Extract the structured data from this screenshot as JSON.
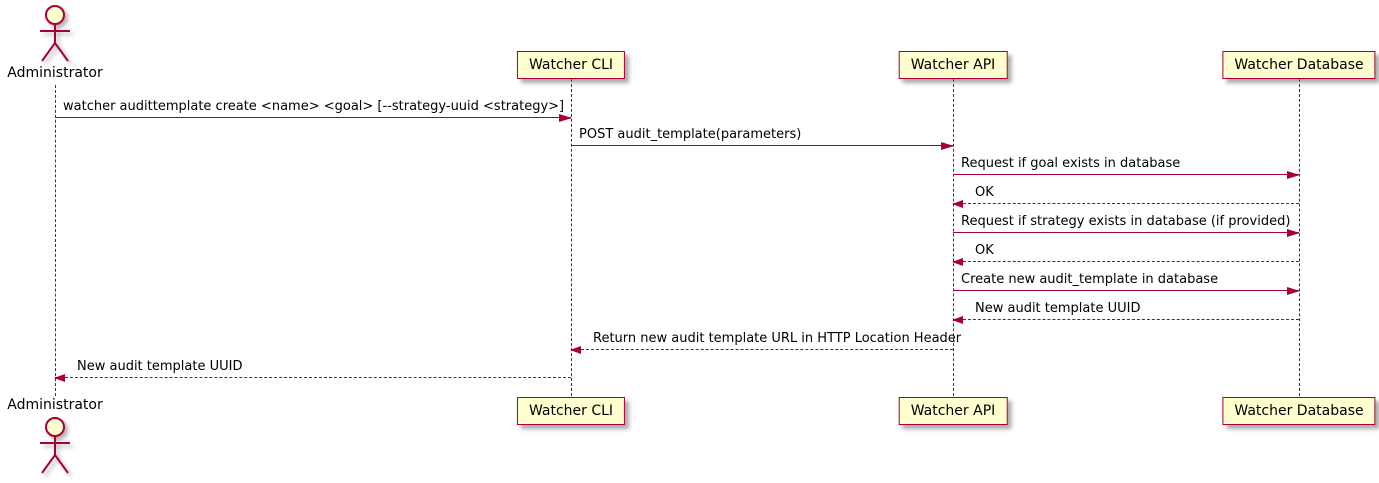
{
  "diagram": {
    "type": "sequence",
    "tool_style": "plantuml",
    "colors": {
      "line": "#A80036",
      "participant_fill": "#FEFECE",
      "text": "#000000",
      "background": "#FFFFFF"
    },
    "participants": [
      {
        "id": "admin",
        "label": "Administrator",
        "kind": "actor"
      },
      {
        "id": "cli",
        "label": "Watcher CLI",
        "kind": "participant"
      },
      {
        "id": "api",
        "label": "Watcher API",
        "kind": "participant"
      },
      {
        "id": "db",
        "label": "Watcher Database",
        "kind": "participant"
      }
    ],
    "messages": [
      {
        "from": "admin",
        "to": "cli",
        "line": "solid",
        "label": "watcher audittemplate create <name> <goal> [--strategy-uuid <strategy>]"
      },
      {
        "from": "cli",
        "to": "api",
        "line": "solid",
        "label": "POST audit_template(parameters)"
      },
      {
        "from": "api",
        "to": "db",
        "line": "solid",
        "label": "Request if goal exists in database"
      },
      {
        "from": "db",
        "to": "api",
        "line": "dashed",
        "label": "OK"
      },
      {
        "from": "api",
        "to": "db",
        "line": "solid",
        "label": "Request if strategy exists in database (if provided)"
      },
      {
        "from": "db",
        "to": "api",
        "line": "dashed",
        "label": "OK"
      },
      {
        "from": "api",
        "to": "db",
        "line": "solid",
        "label": "Create new audit_template in database"
      },
      {
        "from": "db",
        "to": "api",
        "line": "dashed",
        "label": "New audit template UUID"
      },
      {
        "from": "api",
        "to": "cli",
        "line": "dashed",
        "label": "Return new audit template URL in HTTP Location Header"
      },
      {
        "from": "cli",
        "to": "admin",
        "line": "dashed",
        "label": "New audit template UUID"
      }
    ]
  }
}
